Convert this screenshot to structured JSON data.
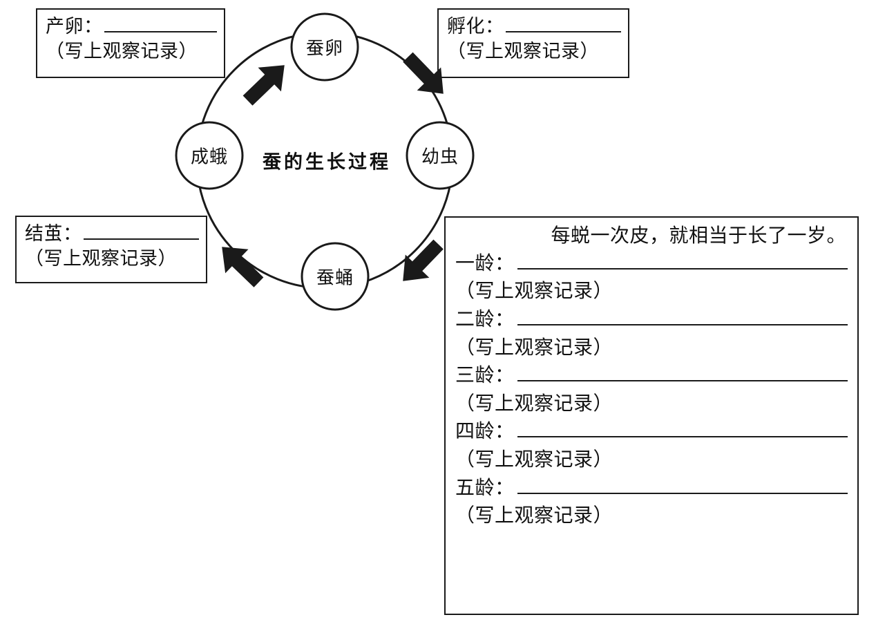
{
  "worksheet": {
    "title_center": "蚕的生长过程",
    "observation_note": "（写上观察记录）"
  },
  "stage_boxes": [
    {
      "key": "chanluan",
      "label": "产卵：",
      "note": "（写上观察记录）"
    },
    {
      "key": "fuhua",
      "label": "孵化：",
      "note": "（写上观察记录）"
    },
    {
      "key": "jiejian",
      "label": "结茧：",
      "note": "（写上观察记录）"
    }
  ],
  "cycle": {
    "center_label": "蚕的生长过程",
    "nodes": [
      {
        "position": "top",
        "label": "蚕卵"
      },
      {
        "position": "right",
        "label": "幼虫"
      },
      {
        "position": "bottom",
        "label": "蚕蛹"
      },
      {
        "position": "left",
        "label": "成蛾"
      }
    ],
    "arrows": [
      {
        "from": "成蛾",
        "to": "蚕卵",
        "direction": "up-right"
      },
      {
        "from": "蚕卵",
        "to": "幼虫",
        "direction": "down-right"
      },
      {
        "from": "幼虫",
        "to": "蚕蛹",
        "direction": "down-left"
      },
      {
        "from": "蚕蛹",
        "to": "成蛾",
        "direction": "up-left"
      }
    ]
  },
  "instar_panel": {
    "heading": "每蜕一次皮，就相当于长了一岁。",
    "rows": [
      {
        "label": "一龄：",
        "note": "（写上观察记录）"
      },
      {
        "label": "二龄：",
        "note": "（写上观察记录）"
      },
      {
        "label": "三龄：",
        "note": "（写上观察记录）"
      },
      {
        "label": "四龄：",
        "note": "（写上观察记录）"
      },
      {
        "label": "五龄：",
        "note": "（写上观察记录）"
      }
    ]
  },
  "colors": {
    "ink": "#1a1a1a",
    "paper": "#ffffff"
  }
}
